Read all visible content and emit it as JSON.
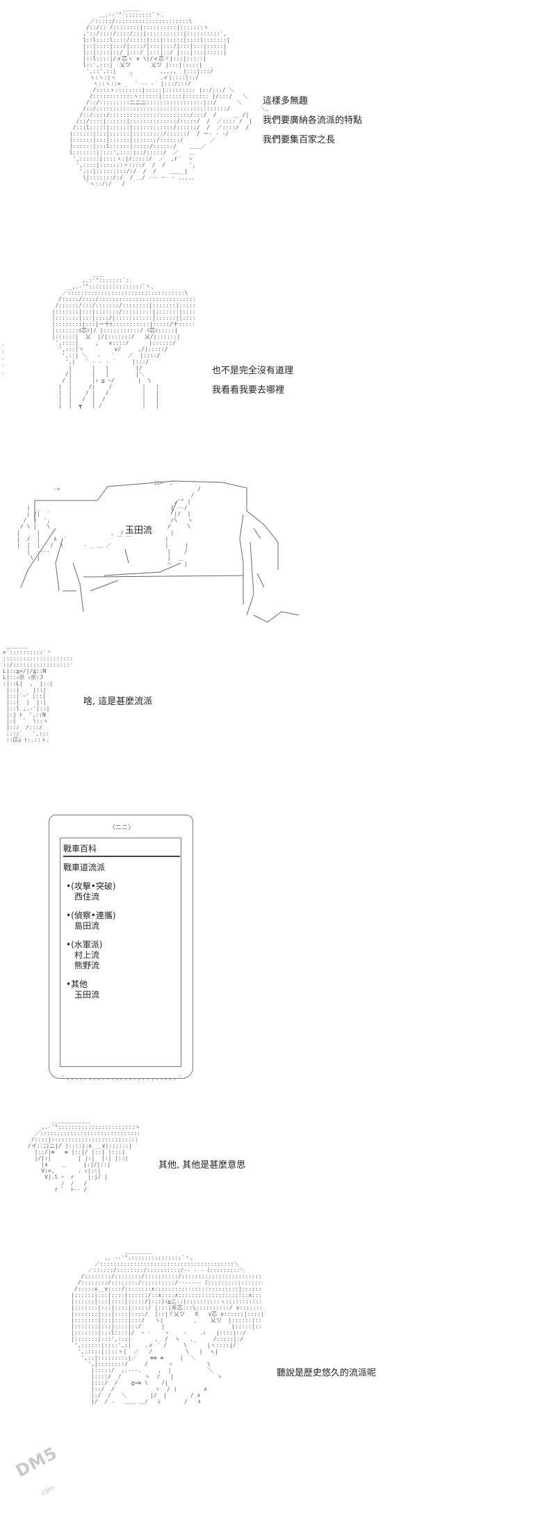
{
  "scenes": [
    {
      "id": "scene1",
      "lines": [
        "這樣多無趣",
        "我們要廣納各流派的特點",
        "我們要集百家之長"
      ]
    },
    {
      "id": "scene2",
      "lines": [
        "也不是完全沒有道理",
        "我看看我要去哪裡"
      ]
    },
    {
      "id": "scene3",
      "label": "玉田流"
    },
    {
      "id": "scene4",
      "lines": [
        "啥, 這是甚麼流派"
      ]
    },
    {
      "id": "scene6",
      "lines": [
        "其他, 其他是甚麼意思"
      ]
    },
    {
      "id": "scene7",
      "lines": [
        "聽說是歷史悠久的流派呢"
      ]
    }
  ],
  "phone": {
    "speaker": "〈ニニ〉",
    "title": "戰車百科",
    "subtitle": "戰車道流派",
    "groups": [
      {
        "category": "•(攻擊•突破)",
        "schools": [
          "西住流"
        ]
      },
      {
        "category": "•(偵察•連攜)",
        "schools": [
          "島田流"
        ]
      },
      {
        "category": "•(水軍派)",
        "schools": [
          "村上流",
          "熊野流"
        ]
      },
      {
        "category": "•其他",
        "schools": [
          "玉田流"
        ]
      }
    ]
  },
  "watermark": {
    "logo": "DM5",
    "domain": ".com"
  },
  "icons": {
    "phone-speaker": "speaker-grille-icon"
  }
}
